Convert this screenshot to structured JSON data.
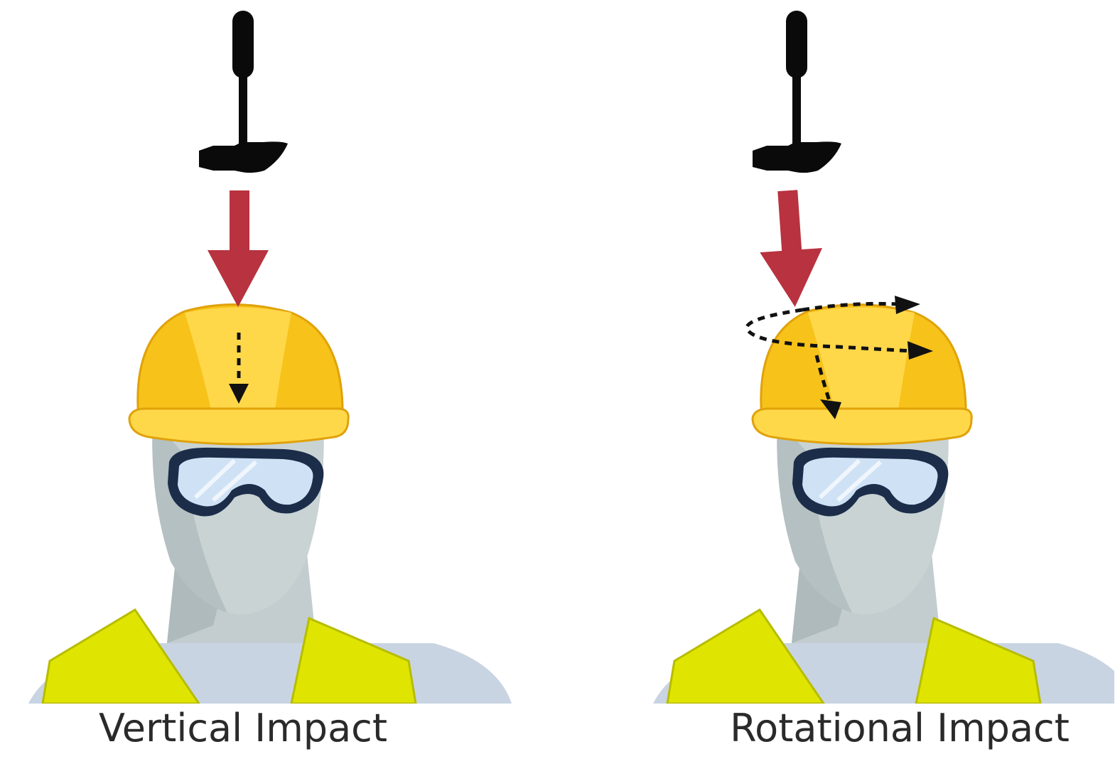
{
  "panels": [
    {
      "id": "vertical",
      "caption": "Vertical Impact"
    },
    {
      "id": "rotational",
      "caption": "Rotational Impact"
    }
  ],
  "colors": {
    "hammer": "#0a0a0a",
    "force_arrow": "#b8323f",
    "helmet_shell": "#f7c21a",
    "helmet_highlight": "#ffd84a",
    "helmet_outline": "#e0a20a",
    "head": "#c9d3d4",
    "head_shadow": "#aebabb",
    "goggles_frame": "#1c2d4a",
    "goggles_lens": "#cfe2f5",
    "vest": "#dfe500",
    "shirt": "#c9d4e2"
  },
  "icons": [
    "hammer-icon",
    "force-arrow-icon",
    "hard-hat-icon",
    "goggles-icon",
    "safety-vest-icon"
  ]
}
